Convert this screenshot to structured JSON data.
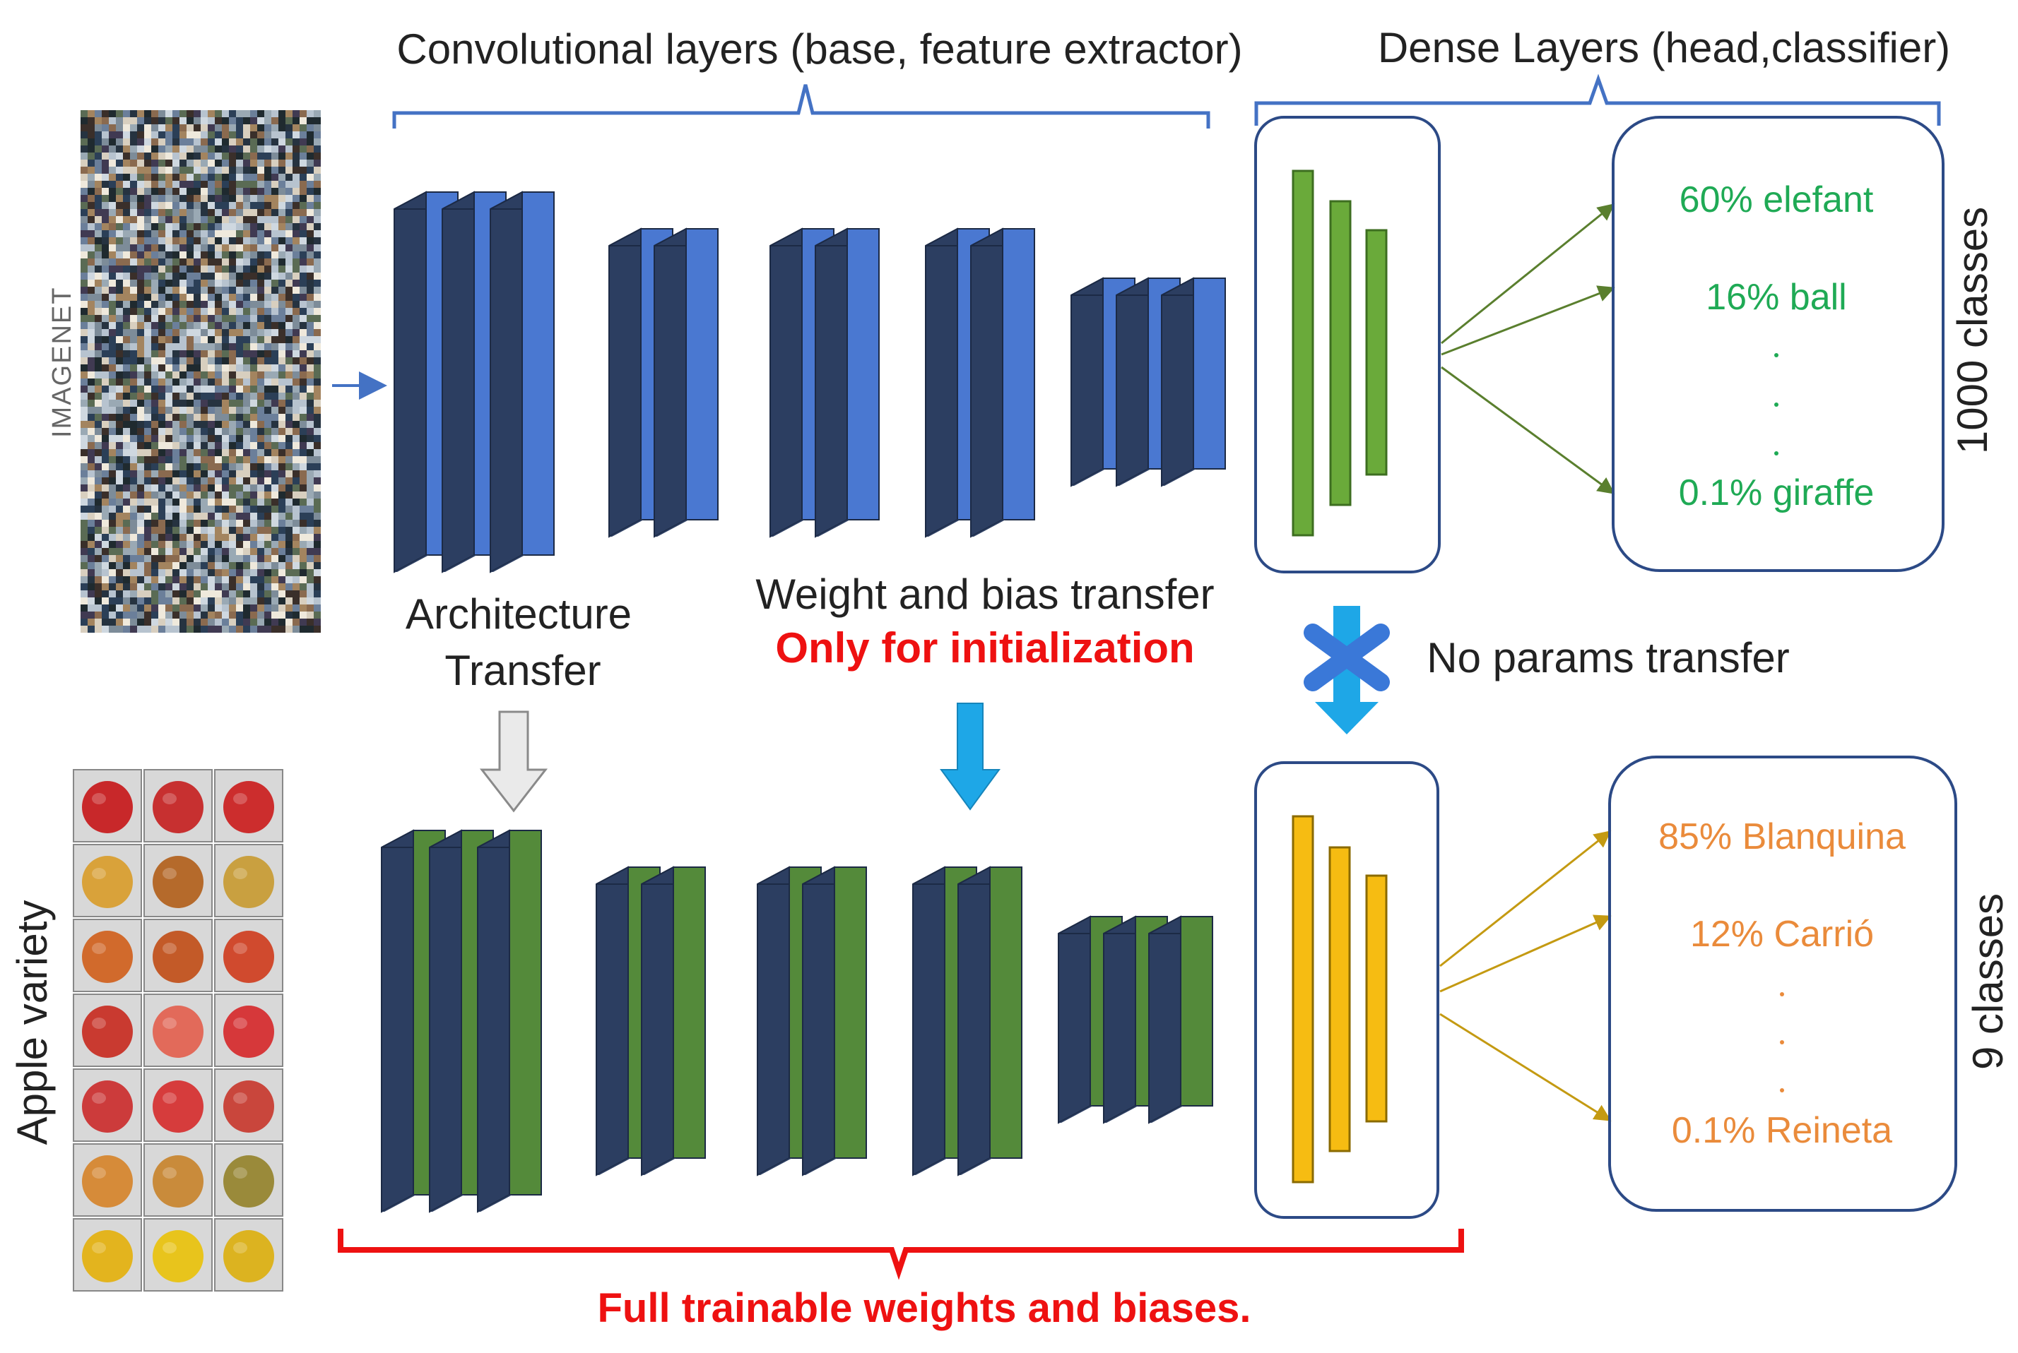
{
  "headers": {
    "conv": "Convolutional layers (base, feature extractor)",
    "dense": "Dense Layers (head,classifier)"
  },
  "imagenet_logo": "IMAGENET",
  "transfer": {
    "architecture_line1": "Architecture",
    "architecture_line2": "Transfer",
    "weight": "Weight and bias transfer",
    "only_init": "Only  for initialization",
    "no_params": "No params transfer"
  },
  "top_outputs": {
    "items": [
      "60% elefant",
      "16% ball",
      "0.1% giraffe"
    ],
    "count_label": "1000 classes"
  },
  "bottom_outputs": {
    "items": [
      "85% Blanquina",
      "12% Carrió",
      "0.1% Reineta"
    ],
    "count_label": "9 classes"
  },
  "apple_label": "Apple variety",
  "footer": "Full trainable weights and biases.",
  "colors": {
    "dark_blue": "#2c3e61",
    "blue_face": "#4a78d1",
    "green_face": "#548a3a",
    "dense_green": "#6aaa3a",
    "dense_yellow": "#f6bc12",
    "bracket_blue": "#4472c4",
    "bracket_red": "#ee1111",
    "top_text": "#1faa55",
    "bottom_text": "#ea8b3b",
    "arrow_blue": "#1ea7e7",
    "cross_blue": "#3a78d8",
    "emph_red": "#ee1111"
  }
}
